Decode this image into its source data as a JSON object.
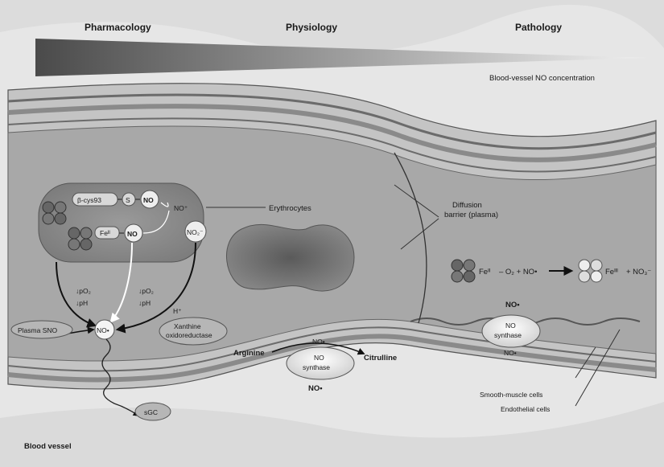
{
  "gradient_header": {
    "pharmacology": "Pharmacology",
    "physiology": "Physiology",
    "pathology": "Pathology",
    "caption": "Blood-vessel NO concentration"
  },
  "colors": {
    "background": "#e6e6e6",
    "wall_light": "#b9b9b9",
    "wall_dark": "#707070",
    "lumen": "#a6a6a6",
    "gradient_dark": "#4a4a4a",
    "gradient_light": "#f0f0f0"
  },
  "erythrocyte_box": {
    "beta_cys93": "β-cys93",
    "s": "S",
    "no_top": "NO",
    "fe_ii": "Feᴵᴵ",
    "no_mid": "NO",
    "no_plus": "NO⁺",
    "no2": "NO₂⁻"
  },
  "left_arrows": {
    "po2_left": "↓pO₂",
    "ph_left": "↓pH",
    "po2_right": "↓pO₂",
    "ph_right": "↓pH",
    "h_plus": "H⁺"
  },
  "nodes": {
    "plasma_sno": "Plasma SNO",
    "no_radical": "NO•",
    "xanthine_1": "Xanthine",
    "xanthine_2": "oxidoreductase",
    "sgc": "sGC"
  },
  "labels": {
    "erythrocytes": "Erythrocytes",
    "diffusion_1": "Diffusion",
    "diffusion_2": "barrier (plasma)",
    "smooth_muscle": "Smooth-muscle cells",
    "endothelial": "Endothelial cells",
    "blood_vessel": "Blood vessel"
  },
  "nos_bottom": {
    "arginine": "Arginine",
    "citrulline": "Citrulline",
    "no_top": "NO•",
    "no_1": "NO",
    "synthase": "synthase",
    "no_out": "NO•"
  },
  "nos_right": {
    "no_top": "NO•",
    "no_1": "NO",
    "synthase": "synthase",
    "no_bottom": "NO•"
  },
  "reaction": {
    "fe_ii": "Feᴵᴵ",
    "o2": "– O₂ + NO•",
    "fe_iii": "Feᴵᴵᴵ",
    "no3": "+ NO₃⁻"
  }
}
